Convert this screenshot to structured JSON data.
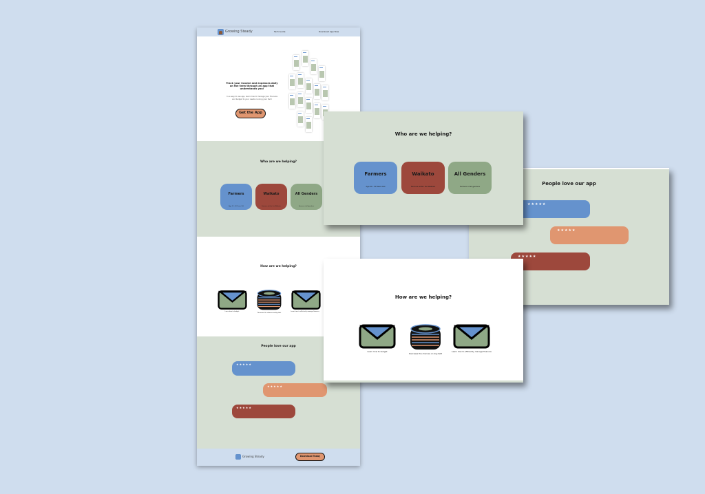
{
  "brand": "Growing Steady",
  "nav": [
    "Tech Guide",
    "Download App Now"
  ],
  "hero": {
    "headline": "Track your income and expenses daily on the farm through an app that understands you!",
    "body": "In a easy to use app, learn how to manage your finances and budget to your needs running your farm",
    "cta": "Get the App"
  },
  "who": {
    "title": "Who are we helping?",
    "cards": [
      {
        "title": "Farmers",
        "sub": "Age 20 - 50 Years Old",
        "color": "#6592cd"
      },
      {
        "title": "Waikato",
        "sub": "Farmers within the Waikato",
        "color": "#9d483c"
      },
      {
        "title": "All Genders",
        "sub": "Farmers of all genders",
        "color": "#8fa886"
      }
    ]
  },
  "how": {
    "title": "How are we helping?",
    "items": [
      {
        "icon": "envelope-icon",
        "caption": "Learn how to budget"
      },
      {
        "icon": "coin-stack-icon",
        "caption": "Decrease the chances on big debt"
      },
      {
        "icon": "envelope-icon",
        "caption": "Learn how to efficiently manage finances"
      }
    ]
  },
  "reviews": {
    "title": "People love our app",
    "items": [
      {
        "stars": "★★★★★"
      },
      {
        "stars": "★★★★★"
      },
      {
        "stars": "★★★★★"
      }
    ]
  },
  "footer": {
    "brand": "Growing Steady",
    "cta": "Download Today"
  }
}
